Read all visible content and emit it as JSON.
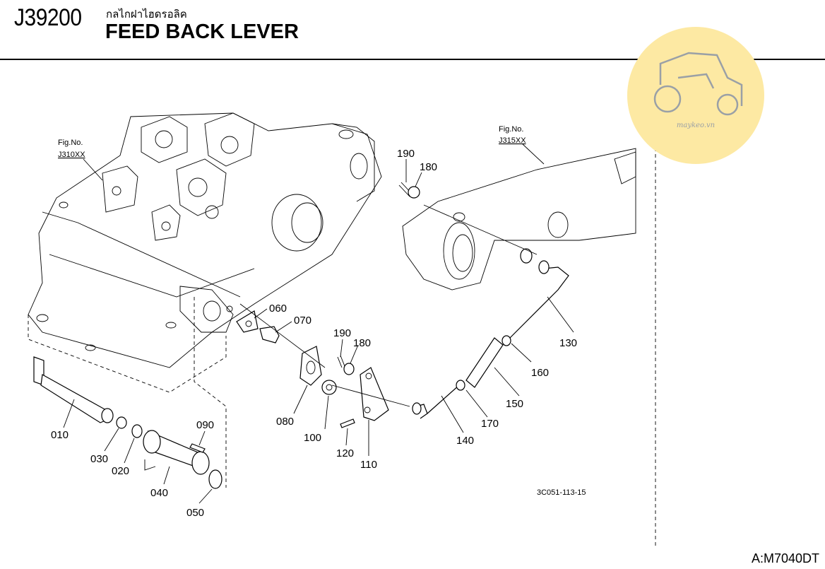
{
  "header": {
    "code": "J39200",
    "thai_title": "กลไกฝาไฮดรอลิค",
    "title": "FEED BACK LEVER"
  },
  "footer": {
    "model": "A:M7040DT"
  },
  "watermark": {
    "text": "maykeo.vn",
    "icon": "tractor-icon",
    "color": "#fde9a3"
  },
  "figure_refs": [
    {
      "fig": "Fig.No.",
      "ref": "J310XX"
    },
    {
      "fig": "Fig.No.",
      "ref": "J315XX"
    }
  ],
  "drawing_code": "3C051-113-15",
  "callouts": [
    "190",
    "180",
    "060",
    "070",
    "190",
    "180",
    "130",
    "160",
    "150",
    "170",
    "140",
    "110",
    "120",
    "100",
    "080",
    "010",
    "030",
    "020",
    "090",
    "040",
    "050"
  ]
}
